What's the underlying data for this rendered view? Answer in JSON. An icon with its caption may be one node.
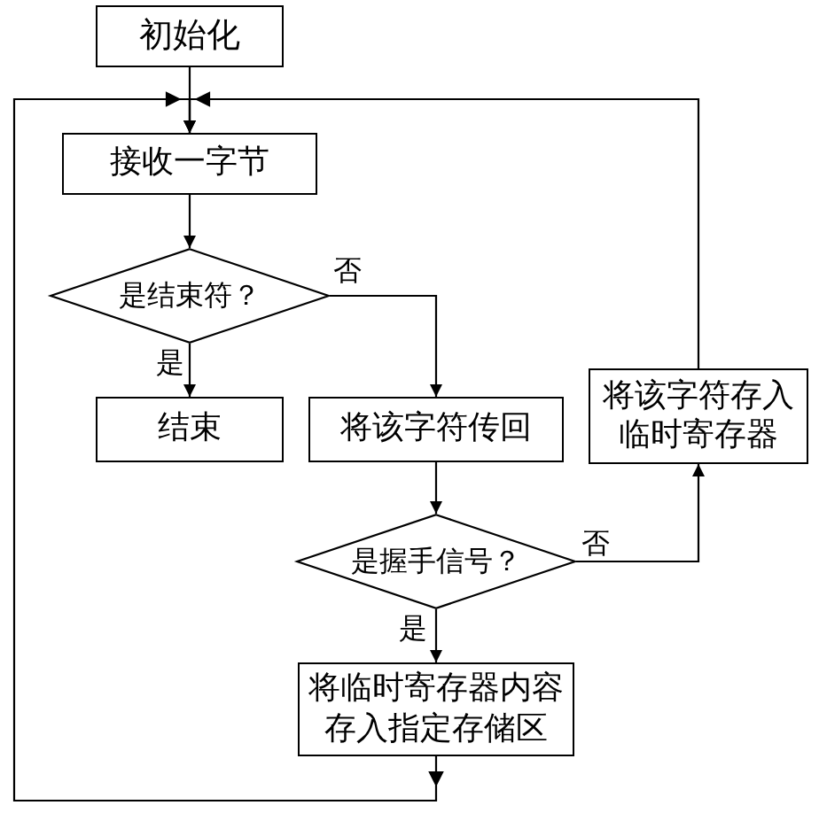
{
  "diagram": {
    "nodes": [
      {
        "text": [
          "初始化"
        ]
      },
      {
        "text": [
          "接收一字节"
        ]
      },
      {
        "text": [
          "是结束符？"
        ]
      },
      {
        "text": [
          "结束"
        ]
      },
      {
        "text": [
          "将该字符传回"
        ]
      },
      {
        "text": [
          "将该字符存入临时寄存器"
        ]
      },
      {
        "text": [
          "是握手信号？"
        ]
      },
      {
        "text": [
          "将临时寄存器内容存入指定存储区"
        ]
      }
    ],
    "edges": [
      {
        "from": 0,
        "to": 1,
        "arrow": "to"
      },
      {
        "from": 1,
        "to": 2,
        "arrow": "to"
      },
      {
        "from": 2,
        "to": 3,
        "arrow": "to",
        "label": "是"
      },
      {
        "from": 2,
        "to": 4,
        "arrow": "to",
        "label": "否"
      },
      {
        "from": 4,
        "to": 6,
        "arrow": "to"
      },
      {
        "from": 6,
        "to": 5,
        "arrow": "to",
        "label": "否"
      },
      {
        "from": 6,
        "to": 7,
        "arrow": "to",
        "label": "是"
      },
      {
        "from": 7,
        "to": 1,
        "arrow": "to"
      },
      {
        "from": 5,
        "to": 1,
        "arrow": "to"
      }
    ]
  }
}
